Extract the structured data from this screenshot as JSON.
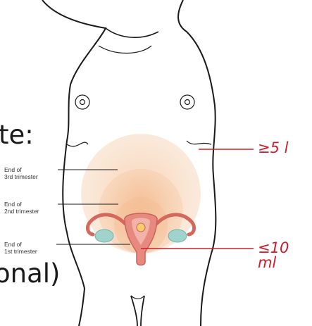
{
  "slide_text": {
    "fragment_top": "te:",
    "fragment_bottom": "onal)"
  },
  "trimester_labels": [
    {
      "line1": "End of",
      "line2": "3rd trimester"
    },
    {
      "line1": "End of",
      "line2": "2nd trimester"
    },
    {
      "line1": "End of",
      "line2": "1st trimester"
    }
  ],
  "annotations": {
    "large_volume": "≥5 l",
    "small_volume": "≤10 ml"
  },
  "colors": {
    "annotation": "#c8202d",
    "outline": "#1a1a1a",
    "uterus_pink": "#e8897f",
    "ovary_teal": "#9fd3cc",
    "glow_peach": "#f4b98a"
  }
}
